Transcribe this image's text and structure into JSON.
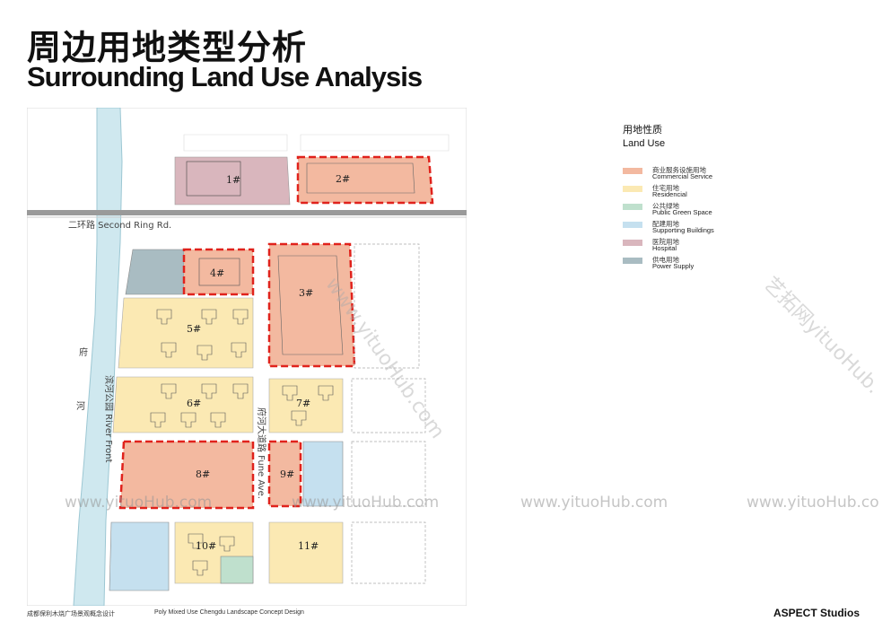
{
  "title_cn": "周边用地类型分析",
  "title_en": "Surrounding Land Use Analysis",
  "legend": {
    "title_cn": "用地性质",
    "title_en": "Land Use",
    "items": [
      {
        "cn": "商业服务设施用地",
        "en": "Commercial Service",
        "color": "#f3b9a0"
      },
      {
        "cn": "住宅用地",
        "en": "Residencial",
        "color": "#fbe9b3"
      },
      {
        "cn": "公共绿地",
        "en": "Public Green Space",
        "color": "#bfe0cd"
      },
      {
        "cn": "配建用地",
        "en": "Supporting Buildings",
        "color": "#c5e0ef"
      },
      {
        "cn": "医院用地",
        "en": "Hospital",
        "color": "#d9b6bd"
      },
      {
        "cn": "供电用地",
        "en": "Power Supply",
        "color": "#a9bcc2"
      }
    ]
  },
  "map": {
    "road_second_ring": "二环路 Second Ring Rd.",
    "road_river_front": "滨河公园 River Front",
    "road_fune": "府河大道路 Fune Ave.",
    "river_chars": [
      "府",
      "河"
    ],
    "plots": [
      "1#",
      "2#",
      "3#",
      "4#",
      "5#",
      "6#",
      "7#",
      "8#",
      "9#",
      "10#",
      "11#"
    ]
  },
  "footer": {
    "left_cn": "成都保利木烧广场景观概念设计",
    "left_en": "Poly Mixed Use Chengdu  Landscape Concept Design",
    "brand": "ASPECT Studios"
  },
  "watermarks": {
    "row": [
      "www.yituoHub.com",
      "www.yituoHub.com",
      "www.yituoHub.com",
      "www.yituoHub.co"
    ],
    "diag1": "www.yituoHub.com",
    "diag2": "艺拓网yituoHub."
  }
}
